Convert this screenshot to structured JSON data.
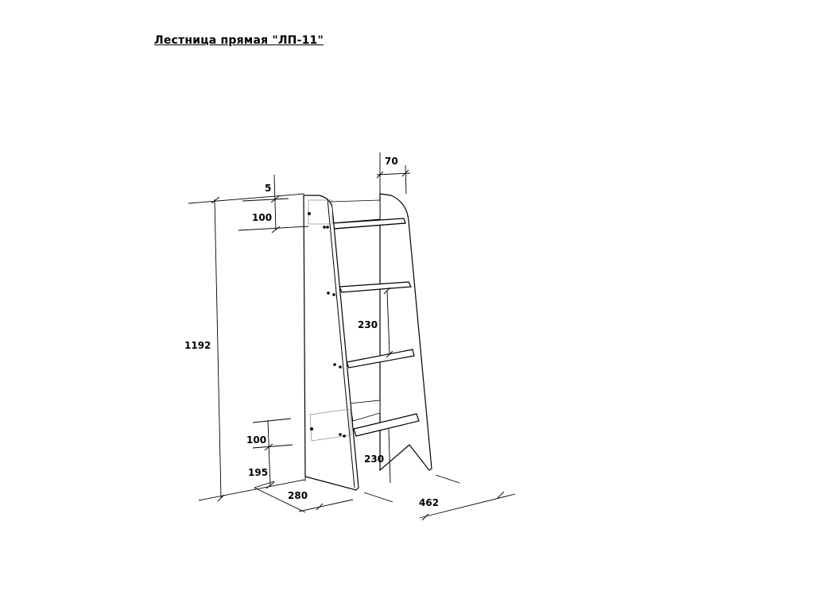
{
  "title": "Лестница прямая \"ЛП-11\"",
  "dimensions": {
    "top_gap": "5",
    "top_offset": "100",
    "tread_depth": "70",
    "total_height": "1192",
    "step_pitch_upper": "230",
    "step_pitch_lower": "230",
    "bottom_offset": "100",
    "bottom_height": "195",
    "base_depth": "280",
    "base_width": "462"
  }
}
